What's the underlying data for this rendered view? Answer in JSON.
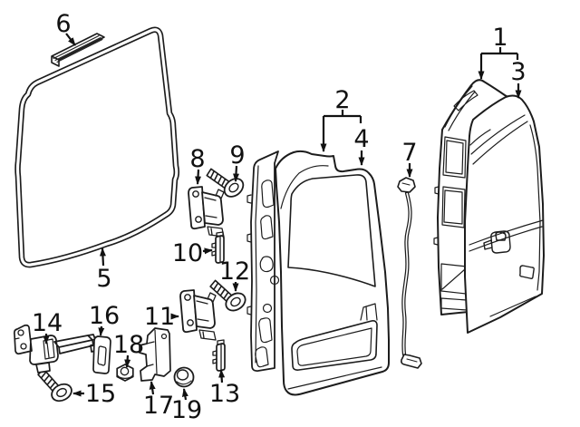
{
  "diagram": {
    "type": "exploded-parts-diagram",
    "subject": "rear door assembly line drawing",
    "background_color": "#ffffff",
    "line_color": "#1c1c1c",
    "label_color": "#111111",
    "callouts": [
      {
        "label": "1"
      },
      {
        "label": "2"
      },
      {
        "label": "3"
      },
      {
        "label": "4"
      },
      {
        "label": "5"
      },
      {
        "label": "6"
      },
      {
        "label": "7"
      },
      {
        "label": "8"
      },
      {
        "label": "9"
      },
      {
        "label": "10"
      },
      {
        "label": "11"
      },
      {
        "label": "12"
      },
      {
        "label": "13"
      },
      {
        "label": "14"
      },
      {
        "label": "15"
      },
      {
        "label": "16"
      },
      {
        "label": "17"
      },
      {
        "label": "18"
      },
      {
        "label": "19"
      }
    ]
  }
}
